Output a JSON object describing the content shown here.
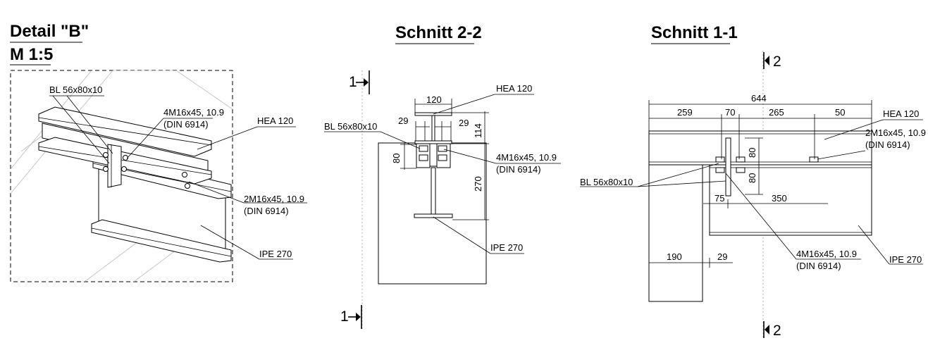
{
  "detail_b": {
    "title": "Detail \"B\"",
    "scale": "M 1:5",
    "labels": {
      "plate": "BL 56x80x10",
      "bolts_top_1": "4M16x45, 10.9",
      "bolts_top_2": "(DIN 6914)",
      "hea": "HEA 120",
      "bolts_bottom_1": "2M16x45, 10.9",
      "bolts_bottom_2": "(DIN 6914)",
      "ipe": "IPE 270"
    }
  },
  "schnitt_22": {
    "title": "Schnitt 2-2",
    "section_mark": "1",
    "labels": {
      "hea": "HEA 120",
      "plate": "BL 56x80x10",
      "bolts_1": "4M16x45, 10.9",
      "bolts_2": "(DIN 6914)",
      "ipe": "IPE 270"
    },
    "dims": {
      "width": "120",
      "left": "29",
      "right": "29",
      "height_hea": "114",
      "plate_h": "80",
      "ipe_h": "270"
    }
  },
  "schnitt_11": {
    "title": "Schnitt 1-1",
    "section_mark": "2",
    "labels": {
      "hea": "HEA 120",
      "bolts_top_1": "2M16x45, 10.9",
      "bolts_top_2": "(DIN 6914)",
      "plate": "BL 56x80x10",
      "bolts_bottom_1": "4M16x45, 10.9",
      "bolts_bottom_2": "(DIN 6914)",
      "ipe": "IPE 270"
    },
    "dims": {
      "total": "644",
      "d1": "259",
      "d2": "70",
      "d3": "265",
      "d4": "50",
      "v1": "80",
      "v2": "80",
      "d5": "75",
      "d6": "350",
      "d7": "190",
      "d8": "29"
    }
  }
}
